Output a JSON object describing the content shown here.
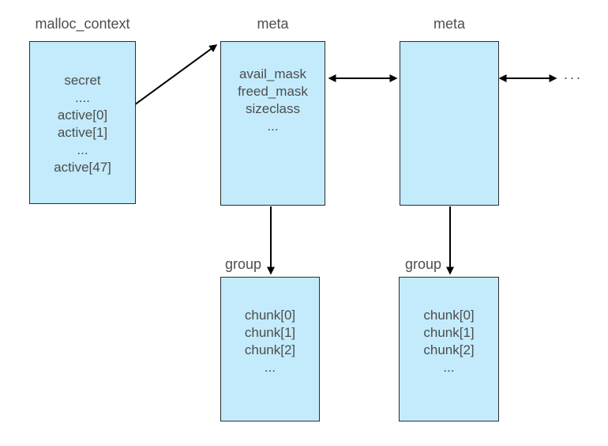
{
  "labels": {
    "malloc_context": "malloc_context",
    "meta_left": "meta",
    "meta_right": "meta",
    "group_left": "group",
    "group_right": "group",
    "more_ellipsis": "..."
  },
  "boxes": {
    "malloc_context": {
      "lines": [
        "secret",
        "....",
        "active[0]",
        "active[1]",
        "...",
        "active[47]"
      ]
    },
    "meta_left": {
      "lines": [
        "avail_mask",
        "freed_mask",
        "sizeclass",
        "..."
      ]
    },
    "meta_right": {
      "lines": []
    },
    "group_left": {
      "lines": [
        "chunk[0]",
        "chunk[1]",
        "chunk[2]",
        "..."
      ]
    },
    "group_right": {
      "lines": [
        "chunk[0]",
        "chunk[1]",
        "chunk[2]",
        "..."
      ]
    }
  },
  "colors": {
    "canvas_bg": "#ffffff",
    "box_fill": "#c3ebfb",
    "box_border": "#2d2d2d",
    "text": "#4d4d4d",
    "arrow": "#000000"
  }
}
